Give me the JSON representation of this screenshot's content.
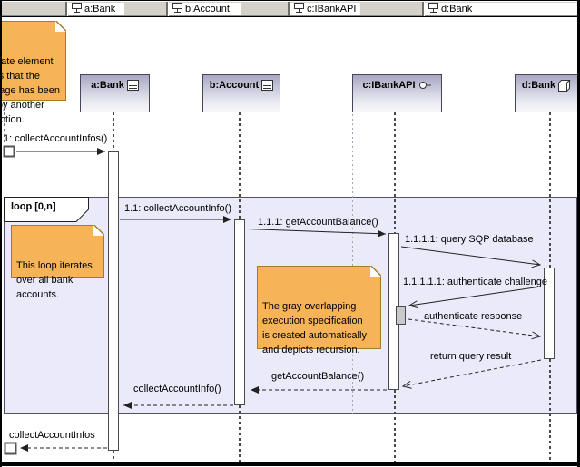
{
  "diagram": {
    "kind": "uml-sequence-diagram"
  },
  "header": {
    "tabs": [
      {
        "label": "a:Bank"
      },
      {
        "label": "b:Account"
      },
      {
        "label": "c:IBankAPI"
      },
      {
        "label": "d:Bank"
      }
    ]
  },
  "lifelines": [
    {
      "name": "a:Bank",
      "icon": "list-icon"
    },
    {
      "name": "b:Account",
      "icon": "list-icon"
    },
    {
      "name": "c:IBankAPI",
      "icon": "interface-lollipop-icon"
    },
    {
      "name": "d:Bank",
      "icon": "part-cube-icon"
    }
  ],
  "fragment": {
    "operator": "loop",
    "guard": "[0,n]",
    "label": "loop [0,n]"
  },
  "messages": [
    {
      "label": "1: collectAccountInfos()",
      "line": "solid",
      "arrow": "filled"
    },
    {
      "label": "1.1: collectAccountInfo()",
      "line": "solid",
      "arrow": "filled"
    },
    {
      "label": "1.1.1: getAccountBalance()",
      "line": "solid",
      "arrow": "filled"
    },
    {
      "label": "1.1.1.1: query SQP database",
      "line": "solid",
      "arrow": "open"
    },
    {
      "label": "1.1.1.1.1: authenticate challenge",
      "line": "solid",
      "arrow": "open"
    },
    {
      "label": "authenticate response",
      "line": "dashed",
      "arrow": "open"
    },
    {
      "label": "return query result",
      "line": "dashed",
      "arrow": "open"
    },
    {
      "label": "getAccountBalance()",
      "line": "dashed",
      "arrow": "filled"
    },
    {
      "label": "collectAccountInfo()",
      "line": "dashed",
      "arrow": "filled"
    },
    {
      "label": "collectAccountInfos",
      "line": "dashed",
      "arrow": "filled"
    }
  ],
  "notes": [
    {
      "text": "The gate element\nshows that the\nmessage has been\nsent by another\ninteraction."
    },
    {
      "text": "This loop iterates\nover all bank\naccounts."
    },
    {
      "text": "The gray overlapping\nexecution specification\nis created automatically\nand depicts recursion."
    }
  ],
  "colors": {
    "fragment_fill": "#eaeafa",
    "note_fill": "#f6b357",
    "note_border": "#a97a25",
    "topbar_fill": "#d5d1c9",
    "head_gradient_top": "#a8a7c2",
    "head_gradient_bottom": "#f7f7fa",
    "recursion_bar_fill": "#c9c9c9"
  }
}
